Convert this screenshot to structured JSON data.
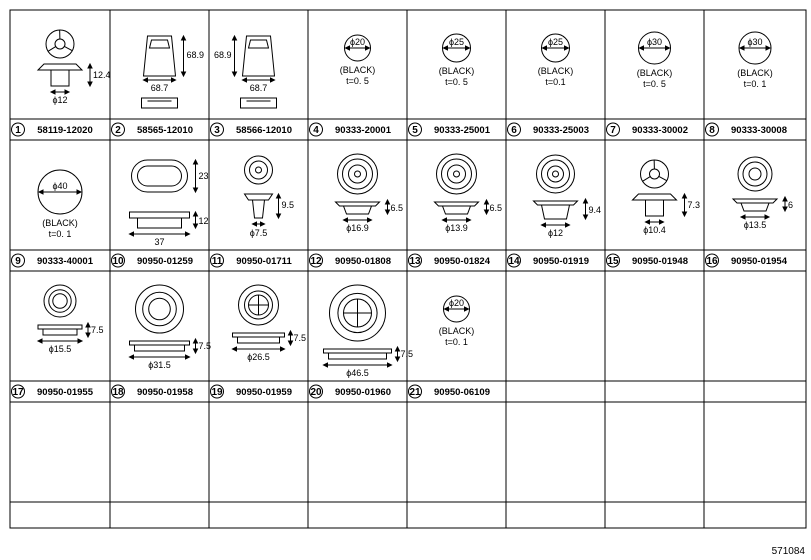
{
  "cells": [
    {
      "num": "1",
      "part": "58119-12020",
      "kind": "clip_top",
      "dims": [
        "12.4",
        "ϕ12"
      ],
      "notes": []
    },
    {
      "num": "2",
      "part": "58565-12010",
      "kind": "cap_l",
      "dims": [
        "68.9",
        "68.7"
      ],
      "notes": []
    },
    {
      "num": "3",
      "part": "58566-12010",
      "kind": "cap_r",
      "dims": [
        "68.9",
        "68.7"
      ],
      "notes": []
    },
    {
      "num": "4",
      "part": "90333-20001",
      "kind": "disc",
      "dims": [
        "ϕ20"
      ],
      "notes": [
        "(BLACK)",
        "t=0. 5"
      ]
    },
    {
      "num": "5",
      "part": "90333-25001",
      "kind": "disc",
      "dims": [
        "ϕ25"
      ],
      "notes": [
        "(BLACK)",
        "t=0. 5"
      ]
    },
    {
      "num": "6",
      "part": "90333-25003",
      "kind": "disc",
      "dims": [
        "ϕ25"
      ],
      "notes": [
        "(BLACK)",
        "t=0.1"
      ]
    },
    {
      "num": "7",
      "part": "90333-30002",
      "kind": "disc",
      "dims": [
        "ϕ30"
      ],
      "notes": [
        "(BLACK)",
        "t=0. 5"
      ]
    },
    {
      "num": "8",
      "part": "90333-30008",
      "kind": "disc",
      "dims": [
        "ϕ30"
      ],
      "notes": [
        "(BLACK)",
        "t=0. 1"
      ]
    },
    {
      "num": "9",
      "part": "90333-40001",
      "kind": "disc_big",
      "dims": [
        "ϕ40"
      ],
      "notes": [
        "(BLACK)",
        "t=0. 1"
      ]
    },
    {
      "num": "10",
      "part": "90950-01259",
      "kind": "oval",
      "dims": [
        "23",
        "12",
        "37"
      ],
      "notes": []
    },
    {
      "num": "11",
      "part": "90950-01711",
      "kind": "clip_small",
      "dims": [
        "9.5",
        "ϕ7.5"
      ],
      "notes": []
    },
    {
      "num": "12",
      "part": "90950-01808",
      "kind": "grommet",
      "dims": [
        "6.5",
        "ϕ16.9"
      ],
      "notes": []
    },
    {
      "num": "13",
      "part": "90950-01824",
      "kind": "grommet",
      "dims": [
        "6.5",
        "ϕ13.9"
      ],
      "notes": []
    },
    {
      "num": "14",
      "part": "90950-01919",
      "kind": "grommet_tall",
      "dims": [
        "9.4",
        "ϕ12"
      ],
      "notes": []
    },
    {
      "num": "15",
      "part": "90950-01948",
      "kind": "clip_top",
      "dims": [
        "7.3",
        "ϕ10.4"
      ],
      "notes": []
    },
    {
      "num": "16",
      "part": "90950-01954",
      "kind": "clip_ring",
      "dims": [
        "6",
        "ϕ13.5"
      ],
      "notes": []
    },
    {
      "num": "17",
      "part": "90950-01955",
      "kind": "plug",
      "dims": [
        "7.5",
        "ϕ15.5"
      ],
      "notes": []
    },
    {
      "num": "18",
      "part": "90950-01958",
      "kind": "plug",
      "dims": [
        "7.5",
        "ϕ31.5"
      ],
      "notes": []
    },
    {
      "num": "19",
      "part": "90950-01959",
      "kind": "plug_cross",
      "dims": [
        "7.5",
        "ϕ26.5"
      ],
      "notes": []
    },
    {
      "num": "20",
      "part": "90950-01960",
      "kind": "plug_cross_big",
      "dims": [
        "7.5",
        "ϕ46.5"
      ],
      "notes": []
    },
    {
      "num": "21",
      "part": "90950-06109",
      "kind": "disc",
      "dims": [
        "ϕ20"
      ],
      "notes": [
        "(BLACK)",
        "t=0. 1"
      ]
    }
  ],
  "footer": "571084"
}
